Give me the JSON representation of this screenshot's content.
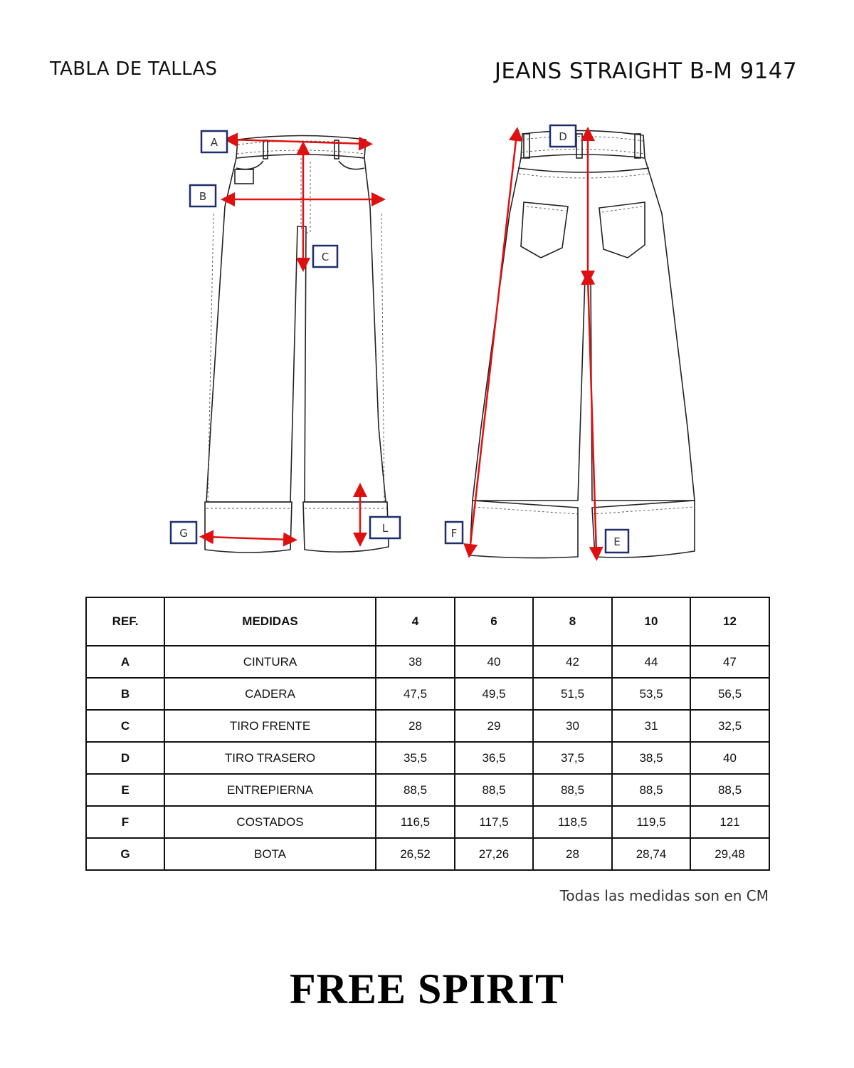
{
  "header": {
    "left_title": "TABLA DE TALLAS",
    "right_title": "JEANS STRAIGHT B-M 9147"
  },
  "diagram": {
    "labels": [
      "A",
      "B",
      "C",
      "D",
      "E",
      "F",
      "G",
      "L"
    ]
  },
  "table": {
    "headers": [
      "REF.",
      "MEDIDAS",
      "4",
      "6",
      "8",
      "10",
      "12"
    ],
    "rows": [
      [
        "A",
        "CINTURA",
        "38",
        "40",
        "42",
        "44",
        "47"
      ],
      [
        "B",
        "CADERA",
        "47,5",
        "49,5",
        "51,5",
        "53,5",
        "56,5"
      ],
      [
        "C",
        "TIRO FRENTE",
        "28",
        "29",
        "30",
        "31",
        "32,5"
      ],
      [
        "D",
        "TIRO TRASERO",
        "35,5",
        "36,5",
        "37,5",
        "38,5",
        "40"
      ],
      [
        "E",
        "ENTREPIERNA",
        "88,5",
        "88,5",
        "88,5",
        "88,5",
        "88,5"
      ],
      [
        "F",
        "COSTADOS",
        "116,5",
        "117,5",
        "118,5",
        "119,5",
        "121"
      ],
      [
        "G",
        "BOTA",
        "26,52",
        "27,26",
        "28",
        "28,74",
        "29,48"
      ]
    ]
  },
  "note": "Todas las medidas son en CM",
  "brand": "FREE SPIRIT",
  "colors": {
    "measure_line": "#e01010",
    "label_border": "#1f2d6b"
  }
}
